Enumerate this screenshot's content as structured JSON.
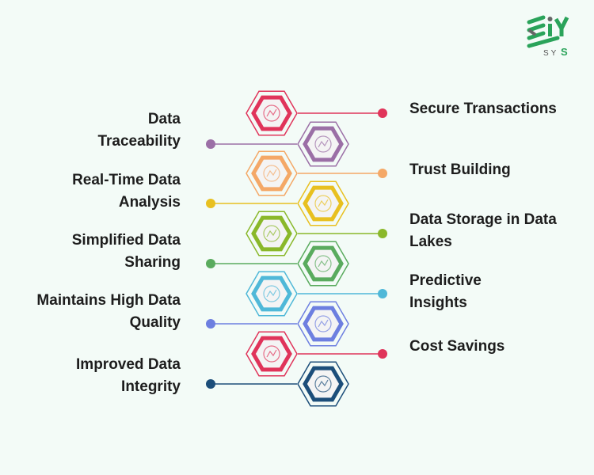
{
  "logo": {
    "text": "EiY SYS",
    "color": "#2aa35a"
  },
  "items": [
    {
      "side": "right",
      "lines": [
        "Secure Transactions"
      ],
      "color": "#e0345a",
      "icon": "data-search-icon"
    },
    {
      "side": "left",
      "lines": [
        "Data",
        "Traceability"
      ],
      "color": "#9b6fa6",
      "icon": "document-lock-icon"
    },
    {
      "side": "right",
      "lines": [
        "Trust Building"
      ],
      "color": "#f4a867",
      "icon": "analytics-chart-icon"
    },
    {
      "side": "left",
      "lines": [
        "Real-Time Data",
        "Analysis"
      ],
      "color": "#e8c020",
      "icon": "globe-data-icon"
    },
    {
      "side": "right",
      "lines": [
        "Data Storage in Data",
        "Lakes"
      ],
      "color": "#8ab82a",
      "icon": "network-share-icon"
    },
    {
      "side": "left",
      "lines": [
        "Simplified Data",
        "Sharing"
      ],
      "color": "#5aab5e",
      "icon": "database-icon"
    },
    {
      "side": "right",
      "lines": [
        "Predictive",
        "Insights"
      ],
      "color": "#4fb8d8",
      "icon": "database-quality-icon"
    },
    {
      "side": "left",
      "lines": [
        "Maintains High Data",
        "Quality"
      ],
      "color": "#6d7fe0",
      "icon": "insights-chart-icon"
    },
    {
      "side": "right",
      "lines": [
        "Cost Savings"
      ],
      "color": "#e0345a",
      "icon": "shield-cost-icon"
    },
    {
      "side": "left",
      "lines": [
        "Improved Data",
        "Integrity"
      ],
      "color": "#1c4e7a",
      "icon": "integrity-hands-icon"
    }
  ]
}
